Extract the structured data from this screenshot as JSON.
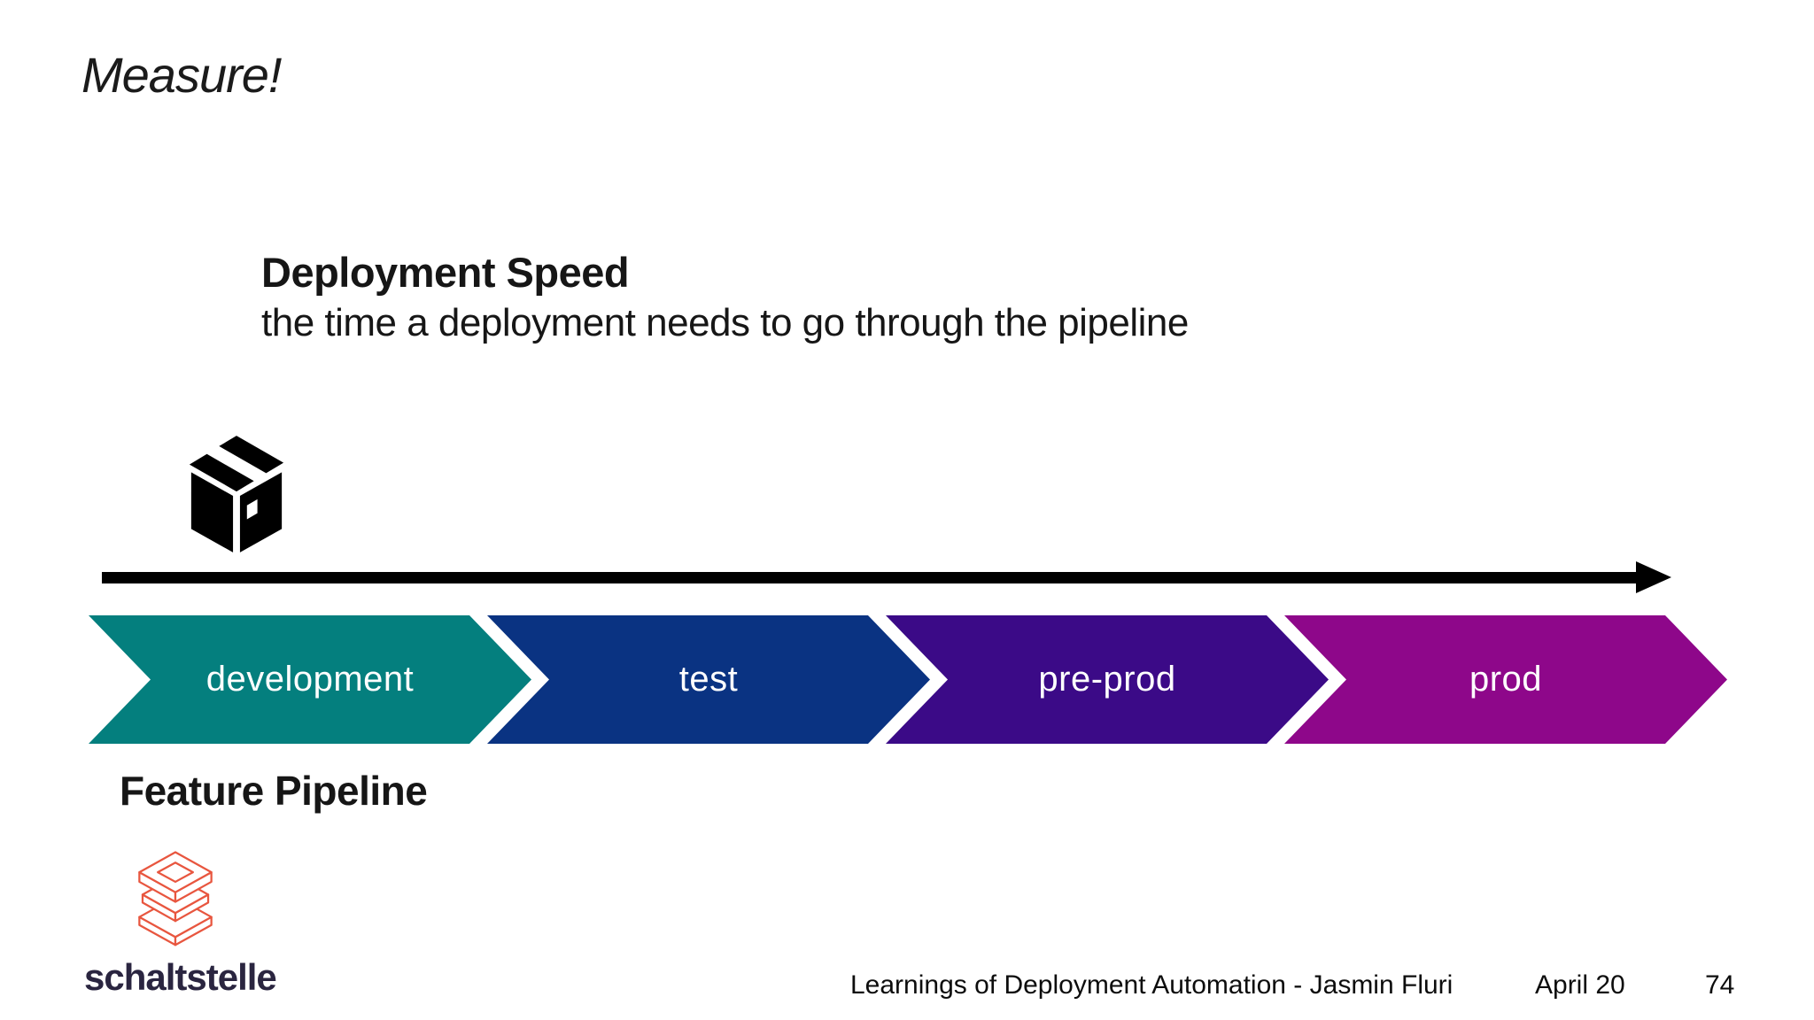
{
  "slide": {
    "title": "Measure!",
    "heading": "Deployment Speed",
    "subheading": "the time a deployment needs to go through the pipeline",
    "pipeline_label": "Feature Pipeline",
    "stages": [
      {
        "label": "development",
        "color": "#047F7E"
      },
      {
        "label": "test",
        "color": "#0A3382"
      },
      {
        "label": "pre-prod",
        "color": "#3B0A87"
      },
      {
        "label": "prod",
        "color": "#8E078A"
      }
    ],
    "icons": {
      "package": "package-icon",
      "logo": "schaltstelle-logo-icon"
    },
    "logo_text": "schaltstelle",
    "footer": {
      "title": "Learnings of Deployment Automation - Jasmin Fluri",
      "date": "April 20",
      "page": "74"
    },
    "colors": {
      "background": "#ffffff",
      "arrow": "#000000",
      "stage_text": "#ffffff",
      "logo_red": "#E8563F",
      "wordmark": "#2a2540"
    }
  }
}
